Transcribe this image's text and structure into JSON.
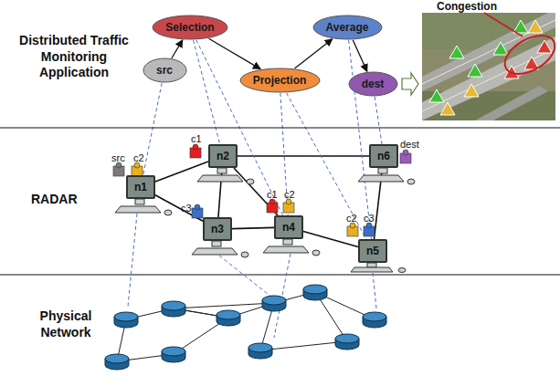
{
  "diagram": {
    "nodes": [
      {
        "text": [
          "src"
        ]
      },
      {
        "text": [
          "Selection"
        ]
      },
      {
        "text": [
          "Projection"
        ]
      },
      {
        "text": [
          "Average"
        ]
      },
      {
        "text": [
          "dest"
        ]
      },
      {
        "text": [
          "n1"
        ]
      },
      {
        "text": [
          "n2"
        ]
      },
      {
        "text": [
          "n6"
        ]
      },
      {
        "text": [
          "n3"
        ]
      },
      {
        "text": [
          "n4"
        ]
      },
      {
        "text": [
          "n5"
        ]
      }
    ],
    "edges": [
      {
        "from": 0,
        "to": 1,
        "arrow": "to"
      },
      {
        "from": 1,
        "to": 2,
        "arrow": "to"
      },
      {
        "from": 2,
        "to": 3,
        "arrow": "to"
      },
      {
        "from": 3,
        "to": 4,
        "arrow": "to"
      },
      {
        "from": 5,
        "to": 6,
        "arrow": "none"
      },
      {
        "from": 5,
        "to": 8,
        "arrow": "none"
      },
      {
        "from": 6,
        "to": 8,
        "arrow": "none"
      },
      {
        "from": 6,
        "to": 9,
        "arrow": "none"
      },
      {
        "from": 6,
        "to": 7,
        "arrow": "none"
      },
      {
        "from": 8,
        "to": 9,
        "arrow": "none"
      },
      {
        "from": 9,
        "to": 10,
        "arrow": "none"
      },
      {
        "from": 7,
        "to": 10,
        "arrow": "none"
      },
      {
        "from": 0,
        "to": 5,
        "arrow": "none"
      },
      {
        "from": 1,
        "to": 6,
        "arrow": "none"
      },
      {
        "from": 1,
        "to": 9,
        "arrow": "none"
      },
      {
        "from": 2,
        "to": 9,
        "arrow": "none"
      },
      {
        "from": 2,
        "to": 10,
        "arrow": "none"
      },
      {
        "from": 3,
        "to": 10,
        "arrow": "none"
      },
      {
        "from": 4,
        "to": 7,
        "arrow": "none"
      }
    ],
    "labels": [
      "Distributed Traffic Monitoring Application",
      "RADAR",
      "Physical Network",
      "Congestion",
      "src",
      "c2",
      "c1",
      "c3",
      "c1",
      "c2",
      "c2",
      "c3",
      "dest"
    ]
  }
}
